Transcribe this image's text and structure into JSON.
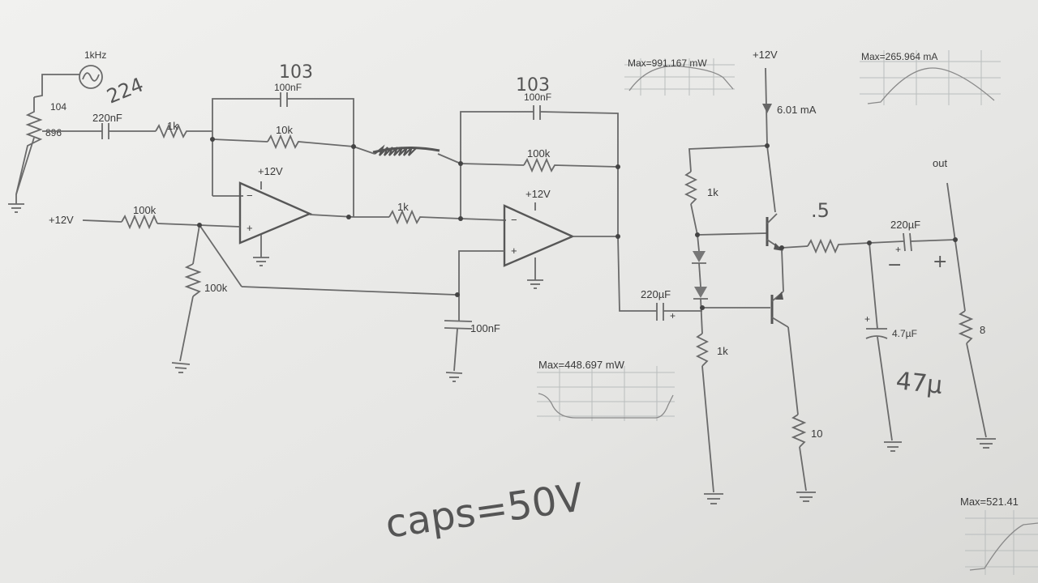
{
  "source": {
    "freq_label": "1kHz"
  },
  "pot": {
    "value_label": "104",
    "setting_label": "896",
    "hand_value": "224"
  },
  "labels": {
    "c_in": "220nF",
    "r_in": "1k",
    "r_fb1": "10k",
    "c_fb1": "100nF",
    "hand_c_fb1": "103",
    "r_vcc": "100k",
    "r_gnd": "100k",
    "vcc_left": "+12V",
    "vcc_op1": "+12V",
    "vcc_op2": "+12V",
    "r_mid": "1k",
    "c_fb2": "100nF",
    "hand_c_fb2": "103",
    "r_fb2": "100k",
    "c_ref": "100nF",
    "c_couple": "220µF",
    "vcc_out": "+12V",
    "current_label": "6.01 mA",
    "r_bias_top": "1k",
    "r_bias_bot": "1k",
    "hand_emitter": ".5",
    "c_out": "220µF",
    "out_label": "out",
    "speaker": "8",
    "c_dec": "4.7µF",
    "hand_c_dec": "47µ",
    "r_emitter": "10",
    "note": "caps=50V"
  },
  "scopes": [
    {
      "label": "Max=991.167 mW"
    },
    {
      "label": "Max=265.964 mA"
    },
    {
      "label": "Max=448.697 mW"
    },
    {
      "label": "Max=521.41"
    }
  ]
}
